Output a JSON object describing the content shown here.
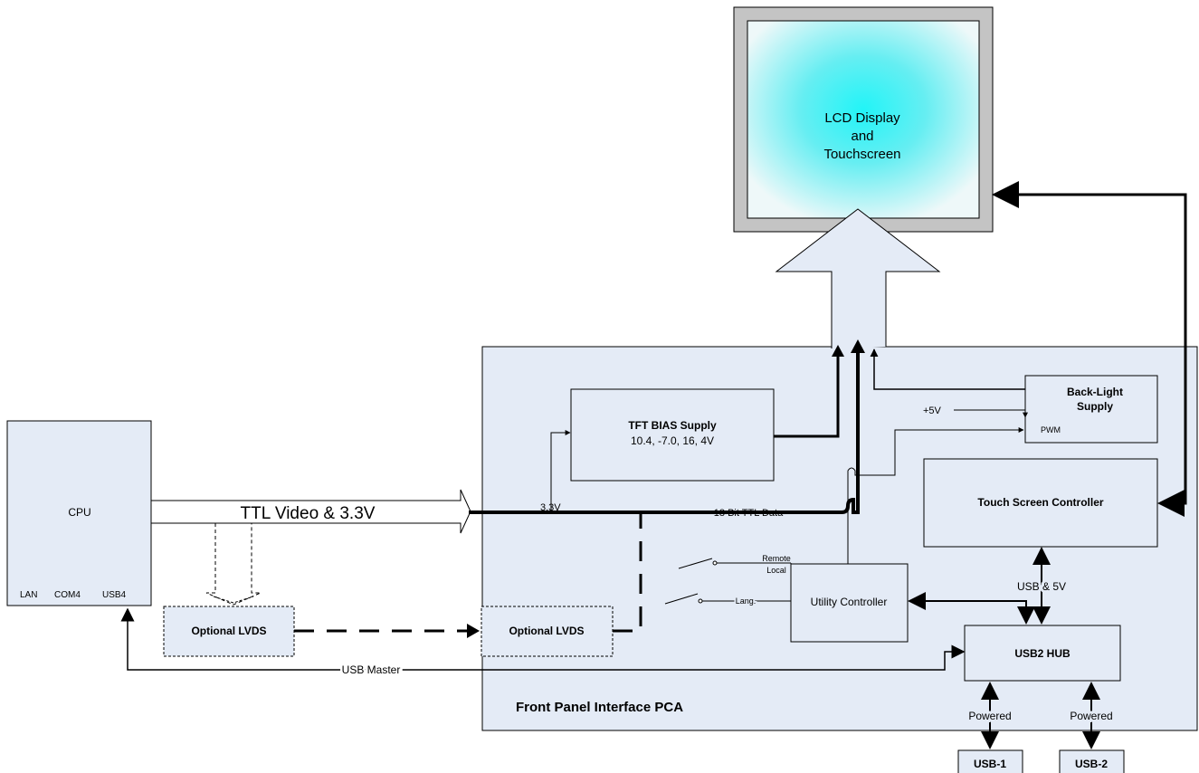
{
  "lcd": {
    "line1": "LCD Display",
    "line2": "and",
    "line3": "Touchscreen"
  },
  "cpu": {
    "label": "CPU",
    "port_lan": "LAN",
    "port_com4": "COM4",
    "port_usb4": "USB4"
  },
  "ttl_video_label": "TTL Video & 3.3V",
  "optional_lvds_left": "Optional LVDS",
  "optional_lvds_right": "Optional LVDS",
  "usb_master_label": "USB Master",
  "pca_label": "Front Panel Interface PCA",
  "tft_bias": {
    "title": "TFT BIAS Supply",
    "values": "10.4, -7.0, 16, 4V"
  },
  "v33_label": "3.3V",
  "ttl_data_label": "18 Bit TTL Data",
  "backlight": {
    "line1": "Back-Light",
    "line2": "Supply",
    "pwm": "PWM"
  },
  "plus5v_label": "+5V",
  "touch_controller": "Touch Screen Controller",
  "remote_label": "Remote",
  "local_label": "Local",
  "lang_label": "Lang.",
  "utility_controller": "Utility Controller",
  "usb_5v_label": "USB & 5V",
  "usb2_hub": "USB2 HUB",
  "powered_1": "Powered",
  "powered_2": "Powered",
  "usb_1": "USB-1",
  "usb_2": "USB-2",
  "colors": {
    "board_fill": "#e4ebf6",
    "lcd_glow": "#33eef2",
    "bezel": "#c4c4c4"
  }
}
